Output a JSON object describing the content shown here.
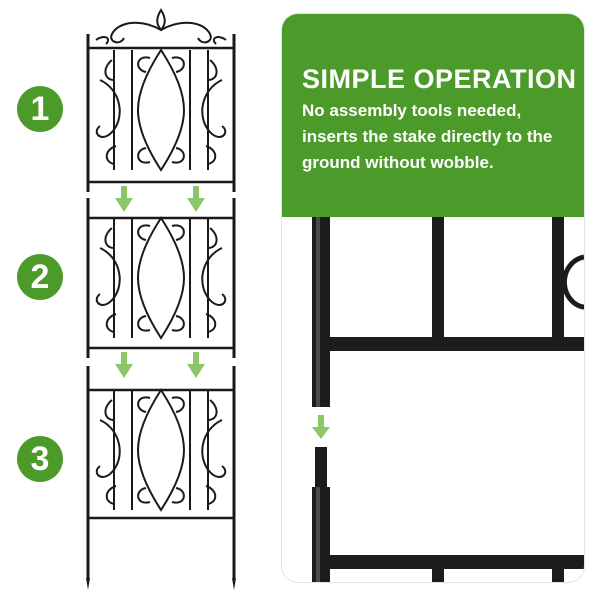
{
  "steps": [
    "1",
    "2",
    "3"
  ],
  "panel": {
    "title": "SIMPLE OPERATION",
    "description_lines": [
      "No assembly tools needed,",
      "inserts the stake directly to the",
      "ground without wobble."
    ]
  },
  "colors": {
    "accent_green": "#4c9a2a",
    "arrow_green": "#8cc66a",
    "fence_black": "#1a1a1a"
  },
  "icons": [
    "down-arrow-icon"
  ]
}
